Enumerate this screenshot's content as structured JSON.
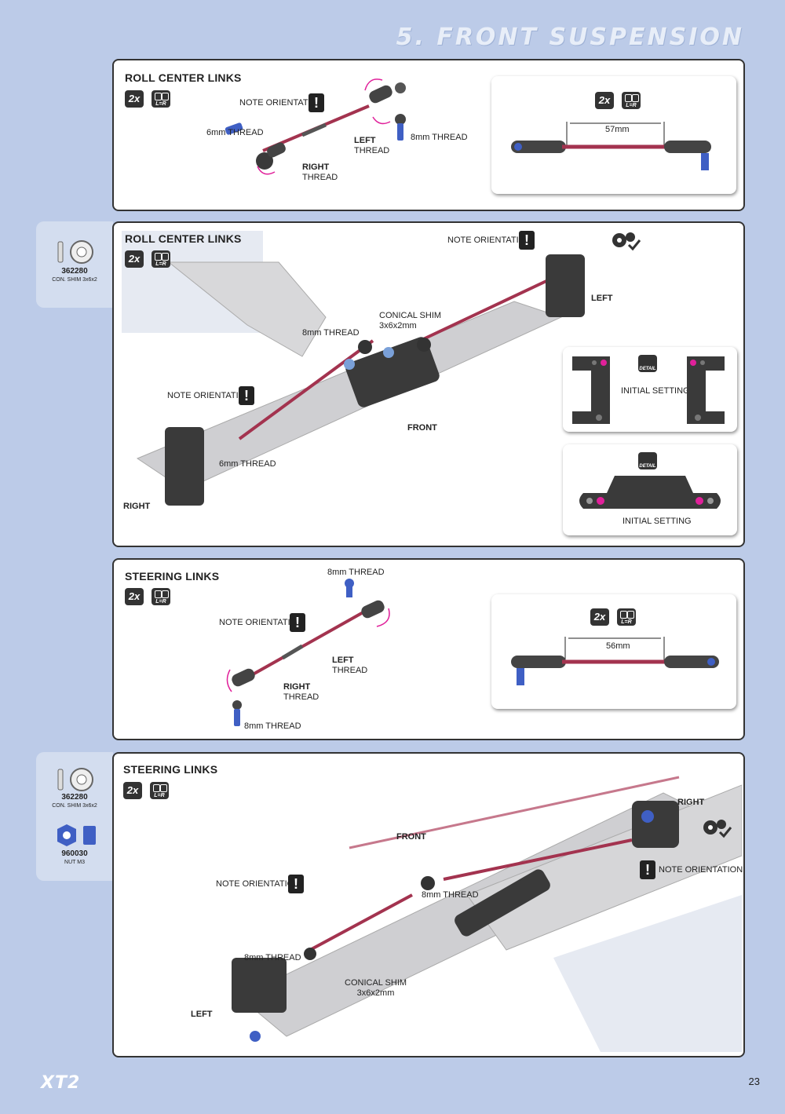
{
  "header": {
    "section": "5. FRONT SUSPENSION"
  },
  "common": {
    "qty": "2x",
    "lr": "L=R",
    "note_orientation": "NOTE ORIENTATION",
    "detail": "DETAIL",
    "initial_setting": "INITIAL SETTING"
  },
  "step1": {
    "title": "ROLL CENTER LINKS",
    "thread6": "6mm THREAD",
    "thread8": "8mm THREAD",
    "right_r": "R",
    "right_rest": "IGHT",
    "right_thread": "THREAD",
    "left_l": "L",
    "left_rest": "EFT",
    "left_thread": "THREAD",
    "length": "57mm"
  },
  "step2": {
    "parts": [
      {
        "number": "362280",
        "desc": "CON. SHIM 3x6x2"
      }
    ],
    "title": "ROLL CENTER LINKS",
    "conical_shim": "CONICAL SHIM",
    "conical_size": "3x6x2mm",
    "thread8": "8mm THREAD",
    "thread6": "6mm THREAD",
    "left_l": "L",
    "left_rest": "EFT",
    "right_r": "R",
    "right_rest": "IGHT",
    "front_f": "F",
    "front_rest": "RONT"
  },
  "step3": {
    "title": "STEERING LINKS",
    "thread8_top": "8mm THREAD",
    "thread8_bottom": "8mm THREAD",
    "right_r": "R",
    "right_rest": "IGHT",
    "right_thread": "THREAD",
    "left_l": "L",
    "left_rest": "EFT",
    "left_thread": "THREAD",
    "length": "56mm"
  },
  "step4": {
    "parts": [
      {
        "number": "362280",
        "desc": "CON. SHIM 3x6x2"
      },
      {
        "number": "960030",
        "desc": "NUT M3"
      }
    ],
    "title": "STEERING LINKS",
    "front_f": "F",
    "front_rest": "RONT",
    "right_r": "R",
    "right_rest": "IGHT",
    "left_l": "L",
    "left_rest": "EFT",
    "thread8_a": "8mm THREAD",
    "thread8_b": "8mm THREAD",
    "conical_shim": "CONICAL SHIM",
    "conical_size": "3x6x2mm"
  },
  "footer": {
    "logo": "XT2",
    "page": "23"
  },
  "colors": {
    "background": "#bccbe8",
    "link_red": "#a3334f",
    "highlight": "#e0209a",
    "ball_blue": "#3f5fc4"
  }
}
